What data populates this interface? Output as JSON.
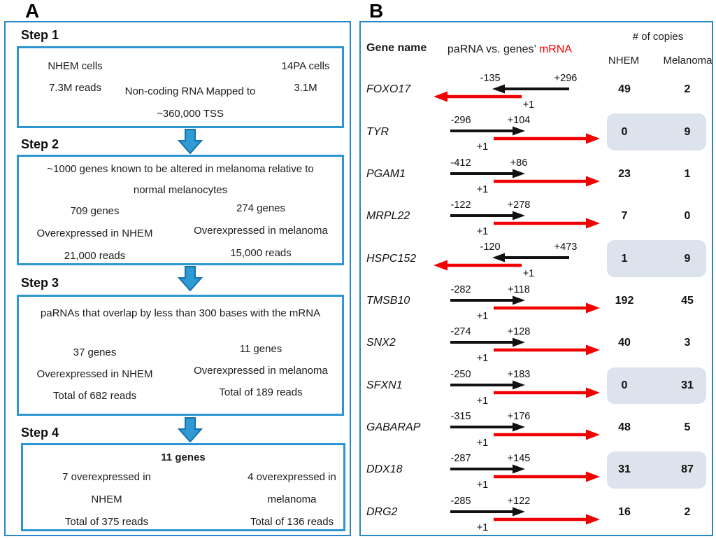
{
  "colors": {
    "panel_border_blue": "#2787c8",
    "box_border_blue": "#2e96d2",
    "flow_arrow_fill": "#2f9ad4",
    "flow_arrow_stroke": "#1571ab",
    "parna_black": "#111111",
    "mrna_red": "#f00000",
    "highlight_gray_blue": "#dce3ec"
  },
  "panel_a": {
    "label": "A",
    "step1": {
      "title": "Step 1",
      "left_lines": [
        "NHEM cells",
        "7.3M reads"
      ],
      "right_lines": [
        "14PA cells",
        "3.1M"
      ],
      "center_lines": [
        "Non-coding RNA Mapped to",
        "~360,000 TSS"
      ]
    },
    "step2": {
      "title": "Step 2",
      "header_lines": [
        "~1000 genes known to be altered in melanoma relative to",
        "normal melanocytes"
      ],
      "left": [
        "709 genes",
        "Overexpressed in NHEM",
        "21,000 reads"
      ],
      "right": [
        "274 genes",
        "Overexpressed in melanoma",
        "15,000 reads"
      ]
    },
    "step3": {
      "title": "Step 3",
      "header_lines": [
        "paRNAs that overlap by less than 300 bases with the mRNA"
      ],
      "left": [
        "37 genes",
        "Overexpressed in NHEM",
        "Total of 682 reads"
      ],
      "right": [
        "11 genes",
        "Overexpressed in melanoma",
        "Total of 189 reads"
      ]
    },
    "step4": {
      "title": "Step 4",
      "header_bold": "11 genes",
      "left": [
        "7 overexpressed in",
        "NHEM",
        "Total of 375 reads"
      ],
      "right": [
        "4 overexpressed in",
        "melanoma",
        "Total of 136 reads"
      ]
    }
  },
  "panel_b": {
    "label": "B",
    "headers": {
      "gene": "Gene name",
      "diagram_prefix": "paRNA vs. genes’ ",
      "diagram_red": "mRNA",
      "copies": "# of copies",
      "col_nhem": "NHEM",
      "col_melanoma": "Melanoma"
    },
    "rows": [
      {
        "gene": "FOXO17",
        "direction": "left",
        "minus": "-135",
        "plus": "+296",
        "tss": "+1",
        "nhem": "49",
        "melanoma": "2",
        "highlight": false
      },
      {
        "gene": "TYR",
        "direction": "right",
        "minus": "-296",
        "plus": "+104",
        "tss": "+1",
        "nhem": "0",
        "melanoma": "9",
        "highlight": true
      },
      {
        "gene": "PGAM1",
        "direction": "right",
        "minus": "-412",
        "plus": "+86",
        "tss": "+1",
        "nhem": "23",
        "melanoma": "1",
        "highlight": false
      },
      {
        "gene": "MRPL22",
        "direction": "right",
        "minus": "-122",
        "plus": "+278",
        "tss": "+1",
        "nhem": "7",
        "melanoma": "0",
        "highlight": false
      },
      {
        "gene": "HSPC152",
        "direction": "left",
        "minus": "-120",
        "plus": "+473",
        "tss": "+1",
        "nhem": "1",
        "melanoma": "9",
        "highlight": true
      },
      {
        "gene": "TMSB10",
        "direction": "right",
        "minus": "-282",
        "plus": "+118",
        "tss": "+1",
        "nhem": "192",
        "melanoma": "45",
        "highlight": false
      },
      {
        "gene": "SNX2",
        "direction": "right",
        "minus": "-274",
        "plus": "+128",
        "tss": "+1",
        "nhem": "40",
        "melanoma": "3",
        "highlight": false
      },
      {
        "gene": "SFXN1",
        "direction": "right",
        "minus": "-250",
        "plus": "+183",
        "tss": "+1",
        "nhem": "0",
        "melanoma": "31",
        "highlight": true
      },
      {
        "gene": "GABARAP",
        "direction": "right",
        "minus": "-315",
        "plus": "+176",
        "tss": "+1",
        "nhem": "48",
        "melanoma": "5",
        "highlight": false
      },
      {
        "gene": "DDX18",
        "direction": "right",
        "minus": "-287",
        "plus": "+145",
        "tss": "+1",
        "nhem": "31",
        "melanoma": "87",
        "highlight": true
      },
      {
        "gene": "DRG2",
        "direction": "right",
        "minus": "-285",
        "plus": "+122",
        "tss": "+1",
        "nhem": "16",
        "melanoma": "2",
        "highlight": false
      }
    ]
  }
}
